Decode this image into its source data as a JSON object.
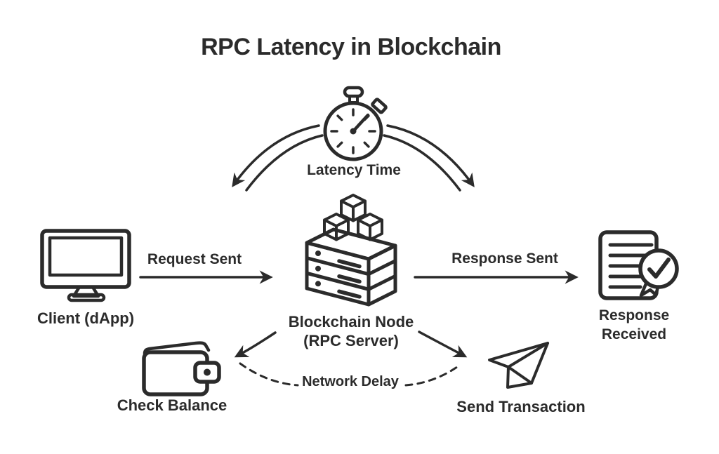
{
  "title": "RPC Latency in Blockchain",
  "colors": {
    "ink": "#2b2b2b",
    "background": "#ffffff"
  },
  "nodes": {
    "latency": {
      "label": "Latency Time",
      "icon": "stopwatch-icon"
    },
    "client": {
      "label": "Client (dApp)",
      "icon": "desktop-monitor-icon"
    },
    "blockchain_node": {
      "label_line1": "Blockchain Node",
      "label_line2": "(RPC Server)",
      "icon": "server-stack-cubes-icon"
    },
    "response_received": {
      "label_line1": "Response",
      "label_line2": "Received",
      "icon": "document-checkmark-icon"
    },
    "check_balance": {
      "label": "Check Balance",
      "icon": "wallet-icon"
    },
    "send_transaction": {
      "label": "Send Transaction",
      "icon": "paper-plane-icon"
    }
  },
  "edges": {
    "request_sent": "Request Sent",
    "response_sent": "Response Sent",
    "network_delay": "Network Delay"
  }
}
